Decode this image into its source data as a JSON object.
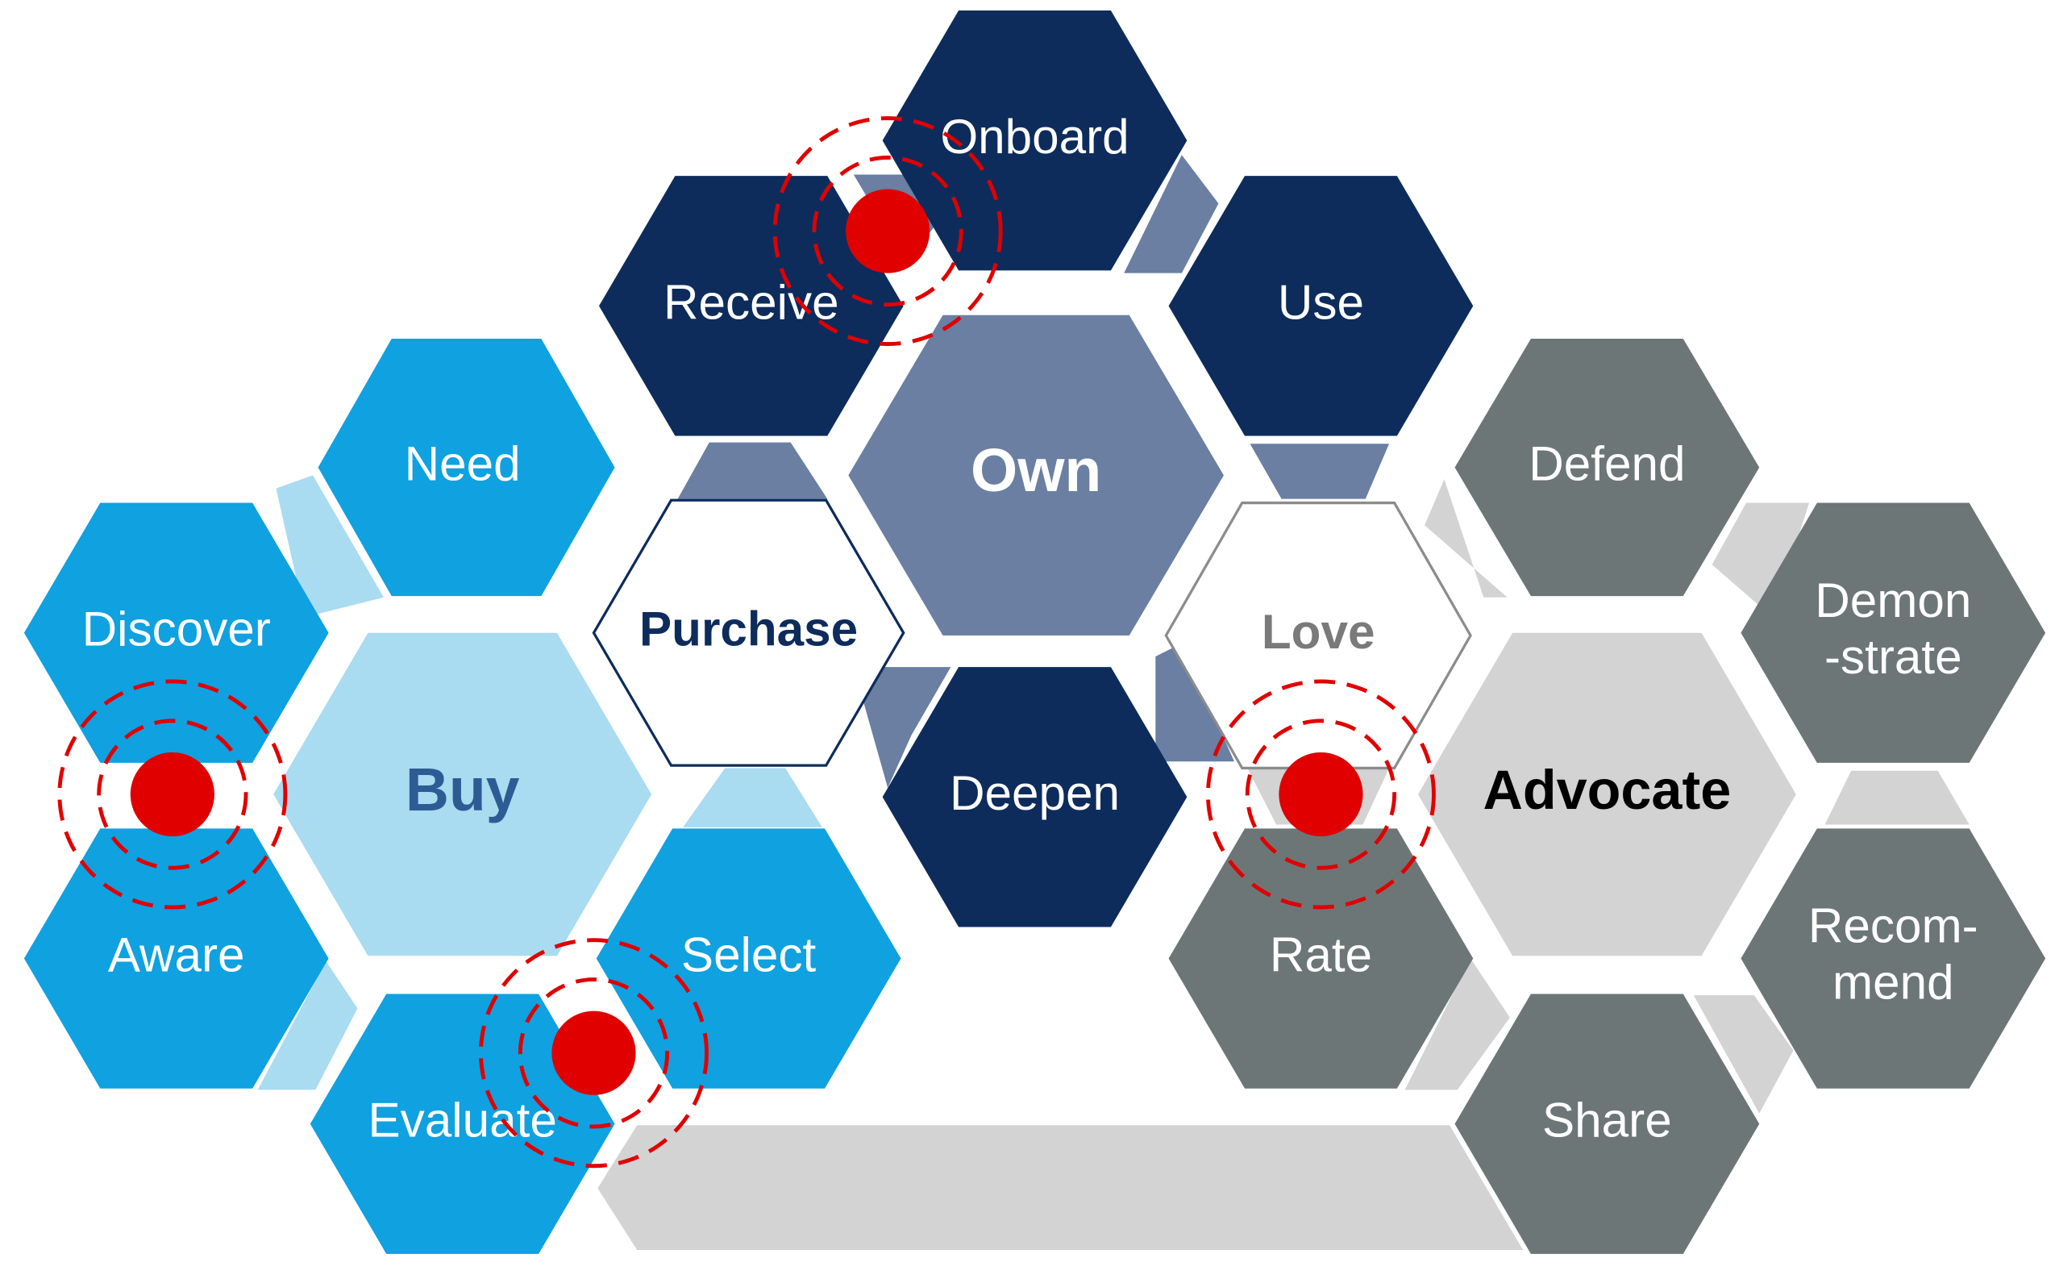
{
  "colors": {
    "buy_accent": "#0fa1e0",
    "buy_light": "#a9dbf1",
    "buy_title": "#2d5c94",
    "own_dark": "#0d2c5c",
    "own_mid": "#6a7fa2",
    "advocate_dark": "#6d7677",
    "advocate_light": "#d3d3d3",
    "purchase_text": "#0d2c5c",
    "love_text": "#7a7a7a",
    "advocate_text": "#000000",
    "pain_point": "#e00000"
  },
  "hexagons": {
    "need": "Need",
    "discover": "Discover",
    "aware": "Aware",
    "evaluate": "Evaluate",
    "select": "Select",
    "buy": "Buy",
    "purchase": "Purchase",
    "receive": "Receive",
    "onboard": "Onboard",
    "use": "Use",
    "own": "Own",
    "deepen": "Deepen",
    "love": "Love",
    "defend": "Defend",
    "demonstrate_line1": "Demon",
    "demonstrate_line2": "-strate",
    "recommend_line1": "Recom-",
    "recommend_line2": "mend",
    "share": "Share",
    "rate": "Rate",
    "advocate": "Advocate"
  }
}
